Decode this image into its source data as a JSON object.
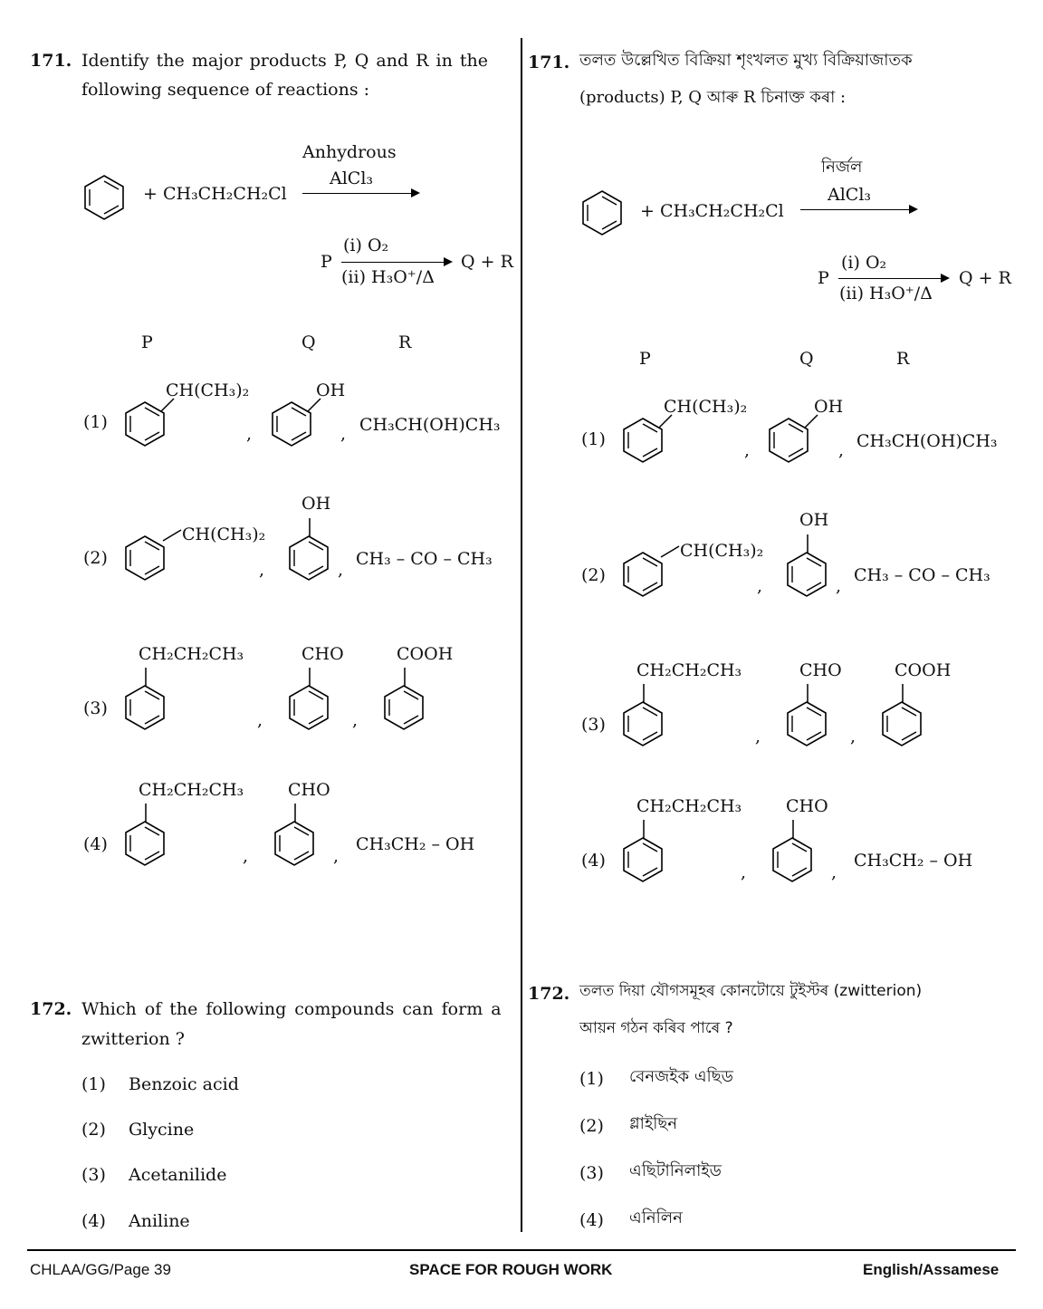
{
  "q171": {
    "number": "171.",
    "text_en_1": "Identify the major products P, Q and R in the",
    "text_en_2": "following sequence of reactions :",
    "text_as_1": "তলত উল্লেখিত বিক্ৰিয়া শৃংখলত মুখ্য বিক্ৰিয়াজাতক",
    "text_as_2": "(products) P, Q আৰু R চিনাক্ত কৰা :",
    "reagent_en": "+ CH₃CH₂CH₂Cl",
    "cond_top_en": "Anhydrous",
    "cond_top_as": "নিৰ্জল",
    "cond_cat": "AlCl₃",
    "step2_p": "P",
    "step2_top": "(i) O₂",
    "step2_bottom": "(ii) H₃O⁺/Δ",
    "step2_products": "Q + R",
    "hdr_p": "P",
    "hdr_q": "Q",
    "hdr_r": "R",
    "opt1_no": "(1)",
    "opt1_p": "CH(CH₃)₂",
    "opt1_q": "OH",
    "opt1_r": "CH₃CH(OH)CH₃",
    "opt2_no": "(2)",
    "opt2_p": "CH(CH₃)₂",
    "opt2_q": "OH",
    "opt2_r": "CH₃ – CO – CH₃",
    "opt3_no": "(3)",
    "opt3_p": "CH₂CH₂CH₃",
    "opt3_q": "CHO",
    "opt3_r": "COOH",
    "opt4_no": "(4)",
    "opt4_p": "CH₂CH₂CH₃",
    "opt4_q": "CHO",
    "opt4_r": "CH₃CH₂ – OH",
    "comma": ","
  },
  "q172": {
    "number": "172.",
    "text_en_1": "Which of the following compounds can form a",
    "text_en_2": "zwitterion ?",
    "text_as_1": "তলত দিয়া যৌগসমূহৰ কোনটোয়ে টুইস্টৰ (zwitterion)",
    "text_as_2": "আয়ন গঠন কৰিব পাৰে ?",
    "options_en": [
      "Benzoic acid",
      "Glycine",
      "Acetanilide",
      "Aniline"
    ],
    "options_as": [
      "বেনজইক এছিড",
      "গ্লাইছিন",
      "এছিটানিলাইড",
      "এনিলিন"
    ],
    "labels": [
      "(1)",
      "(2)",
      "(3)",
      "(4)"
    ]
  },
  "footer": {
    "left": "CHLAA/GG/Page 39",
    "center": "SPACE FOR ROUGH WORK",
    "right": "English/Assamese"
  }
}
